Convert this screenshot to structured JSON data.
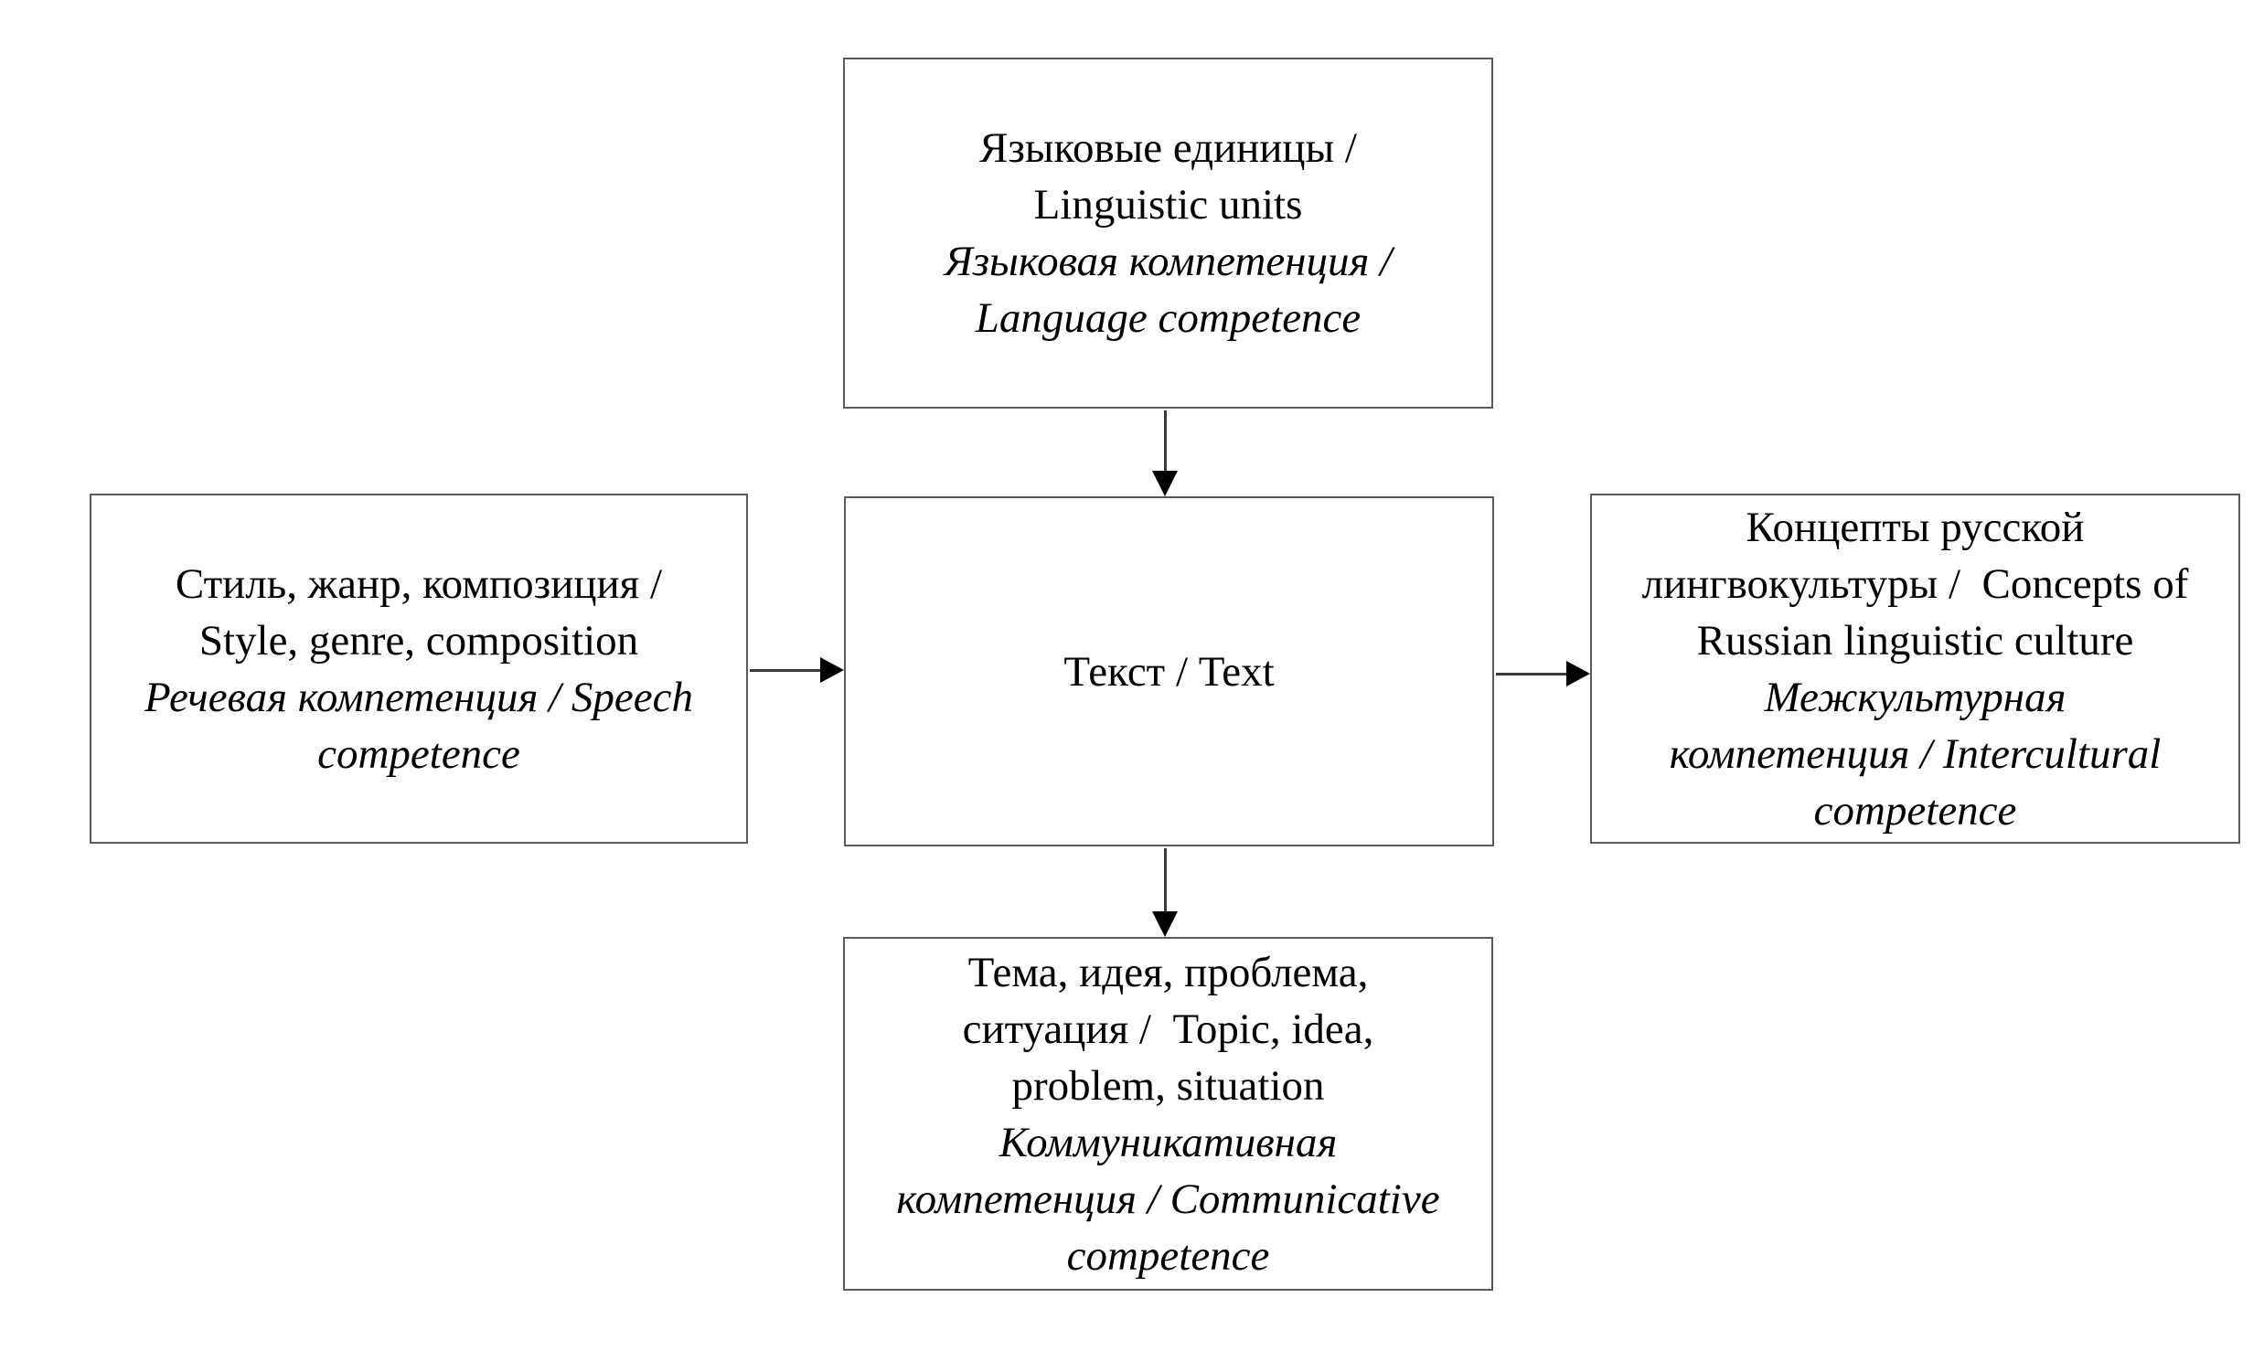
{
  "page": {
    "background": "#ffffff"
  },
  "styles": {
    "page_background": "#ffffff",
    "text_color": "#000000",
    "box_border_color": "#5a5a5a",
    "arrow_line_color": "#3a3a3a",
    "arrow_head_color": "#000000"
  },
  "diagram": {
    "boxes": {
      "top": {
        "id": "linguistic-units",
        "lines": [
          {
            "text": "Языковые единицы /",
            "style": "regular"
          },
          {
            "text": "Linguistic units",
            "style": "regular"
          },
          {
            "text": "Языковая компетенция /",
            "style": "italic"
          },
          {
            "text": "Language competence",
            "style": "italic"
          }
        ]
      },
      "left": {
        "id": "style-genre-composition",
        "lines": [
          {
            "text": "Стиль, жанр, композиция /",
            "style": "regular"
          },
          {
            "text": "Style, genre, composition",
            "style": "regular"
          },
          {
            "text": "Речевая компетенция / Speech",
            "style": "italic"
          },
          {
            "text": "competence",
            "style": "italic"
          }
        ]
      },
      "center": {
        "id": "text",
        "lines": [
          {
            "text": "Текст / Text",
            "style": "regular"
          }
        ]
      },
      "right": {
        "id": "concepts-of-russian-linguistic-culture",
        "lines": [
          {
            "text": "Концепты русской",
            "style": "regular"
          },
          {
            "text": "лингвокультуры /  Concepts of",
            "style": "regular"
          },
          {
            "text": "Russian linguistic culture",
            "style": "regular"
          },
          {
            "text": "Межкультурная",
            "style": "italic"
          },
          {
            "text": "компетенция / Intercultural",
            "style": "italic"
          },
          {
            "text": "competence",
            "style": "italic"
          }
        ]
      },
      "bottom": {
        "id": "topic-idea-problem-situation",
        "lines": [
          {
            "text": "Тема, идея, проблема,",
            "style": "regular"
          },
          {
            "text": "ситуация /  Topic, idea,",
            "style": "regular"
          },
          {
            "text": "problem, situation",
            "style": "regular"
          },
          {
            "text": "Коммуникативная",
            "style": "italic"
          },
          {
            "text": "компетенция / Communicative",
            "style": "italic"
          },
          {
            "text": "competence",
            "style": "italic"
          }
        ]
      }
    },
    "arrows": [
      {
        "from": "linguistic-units",
        "to": "text",
        "direction": "down"
      },
      {
        "from": "style-genre-composition",
        "to": "text",
        "direction": "right"
      },
      {
        "from": "text",
        "to": "concepts-of-russian-linguistic-culture",
        "direction": "right"
      },
      {
        "from": "text",
        "to": "topic-idea-problem-situation",
        "direction": "down"
      }
    ]
  }
}
